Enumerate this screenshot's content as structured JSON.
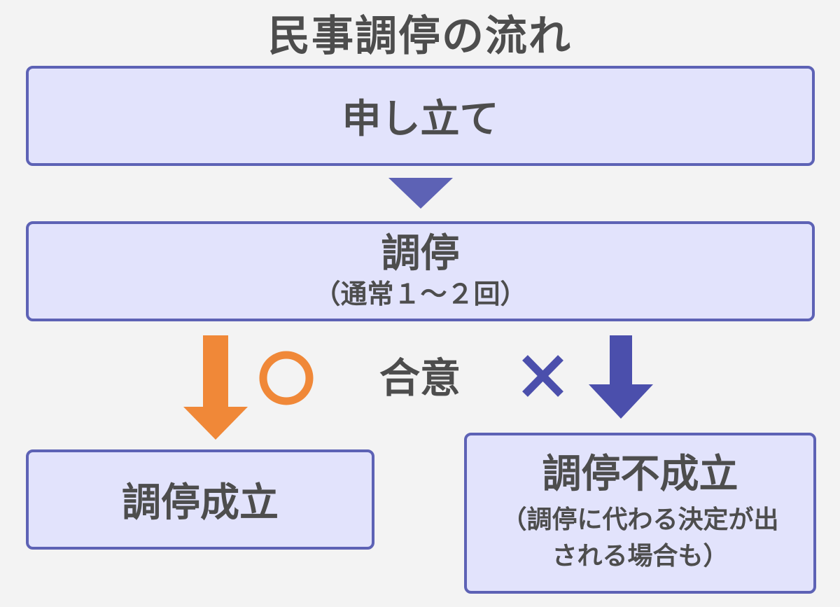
{
  "title": "民事調停の流れ",
  "boxes": {
    "apply": {
      "label": "申し立て"
    },
    "mediation": {
      "label": "調停",
      "sub": "（通常１～２回）"
    },
    "success": {
      "label": "調停成立"
    },
    "failure": {
      "label": "調停不成立",
      "sub": "（調停に代わる決定が出される場合も）"
    }
  },
  "agreement": {
    "label": "合意",
    "yes_symbol": "circle",
    "no_symbol": "cross"
  },
  "colors": {
    "background": "#f3f3f3",
    "box_fill": "#e2e3fc",
    "box_border": "#5d62b5",
    "text": "#4d4d4d",
    "arrow_blue": "#4b4fac",
    "arrow_orange": "#f08838"
  }
}
